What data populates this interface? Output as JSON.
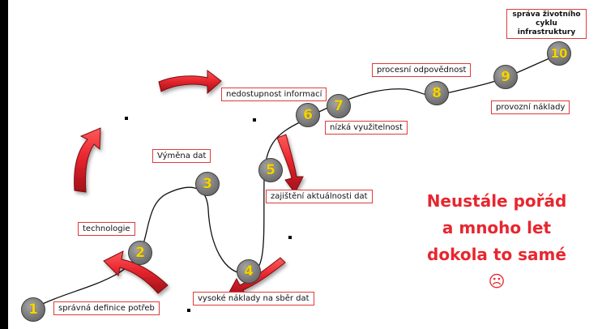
{
  "colors": {
    "accent": "#e8262f",
    "node_fill": "#8a8a8a",
    "node_digit": "#f5d400",
    "label_border": "#e03a3a",
    "arrow": "#e8262f"
  },
  "nodes": [
    {
      "num": "1"
    },
    {
      "num": "2"
    },
    {
      "num": "3"
    },
    {
      "num": "4"
    },
    {
      "num": "5"
    },
    {
      "num": "6"
    },
    {
      "num": "7"
    },
    {
      "num": "8"
    },
    {
      "num": "9"
    },
    {
      "num": "10"
    }
  ],
  "labels": [
    {
      "text": "správná definice potřeb"
    },
    {
      "text": "technologie"
    },
    {
      "text": "Výměna dat"
    },
    {
      "text": "vysoké náklady na sběr dat"
    },
    {
      "text": "zajištění aktuálnosti dat"
    },
    {
      "text": "nedostupnost informací"
    },
    {
      "text": "nízká využitelnost"
    },
    {
      "text": "procesní odpovědnost"
    },
    {
      "text": "provozní náklady"
    },
    {
      "text": "správa životního cyklu infrastruktury"
    }
  ],
  "message": {
    "lines": [
      "Neustále pořád",
      "a mnoho let",
      "dokola to samé"
    ],
    "emoji": "☹"
  }
}
